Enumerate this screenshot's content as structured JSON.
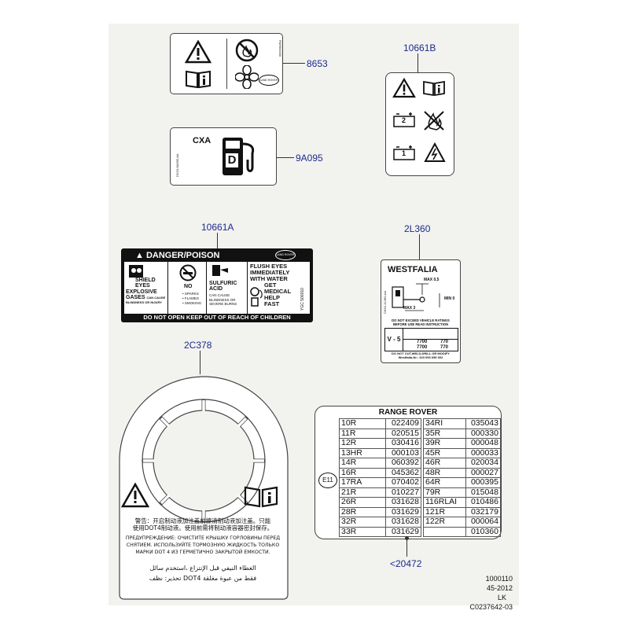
{
  "callouts": {
    "c8653": "8653",
    "c10661b": "10661B",
    "c9a095": "9A095",
    "c10661a": "10661A",
    "c2l360": "2L360",
    "c2c378": "2C378",
    "c20472": "<20472"
  },
  "label_8653": {
    "part_code": "PAR500030",
    "logo": "LAND ROVER"
  },
  "label_9a095": {
    "title": "CXA",
    "side_code": "DX23-9A095-AA",
    "fuel_letter": "D"
  },
  "label_10661a": {
    "header": "▲ DANGER/POISON",
    "logo": "LAND ROVER",
    "col1": [
      "SHIELD",
      "EYES",
      "EXPLOSIVE",
      "GASES",
      "CAN CAUSE",
      "BLINDNESS OR INJURY"
    ],
    "col2": [
      "NO",
      "• SPARKS",
      "• FLAMES",
      "• SMOKING"
    ],
    "col3": [
      "SULFURIC",
      "ACID",
      "CAN CAUSE",
      "BLINDNESS OR",
      "SEVERE BURNS"
    ],
    "col4": [
      "FLUSH EYES",
      "IMMEDIATELY",
      "WITH WATER",
      "GET",
      "MEDICAL",
      "HELP",
      "FAST"
    ],
    "side_code": "YGC 500010",
    "footer": "DO NOT OPEN KEEP OUT OF REACH OF CHILDREN"
  },
  "label_10661b": {
    "top_battery": "2",
    "bottom_battery": "1"
  },
  "label_2l360": {
    "title": "WESTFALIA",
    "max_top": "MAX 0,5",
    "max_left": "MAX 3",
    "min_right": "MIN 0",
    "side_code": "CK52-2L360-AA",
    "notice": [
      "DO NOT EXCEED VEHICLE RATINGS",
      "BEFORE USE READ INSTRUCTION"
    ],
    "model": "V - 5",
    "rows": [
      {
        "label": "7700",
        "value": "770"
      },
      {
        "label": "7700",
        "value": "770"
      }
    ],
    "footer": [
      "DO NOT CUT,WELD,DRILL OR MODIFY",
      "Westfalia-Nr.: 323 093 699 002"
    ]
  },
  "label_2c378": {
    "chinese": [
      "警告：开启制动液加注盖前擦清制动液加注盖。只能",
      "使用DOT4制动液。使用前需将制动液容器密封保存。"
    ],
    "russian": [
      "ПРЕДУПРЕЖДЕНИЕ: ОЧИСТИТЕ КРЫШКУ ГОРЛОВИНЫ ПЕРЕД",
      "СНЯТИЕМ. ИСПОЛЬЗУЙТЕ ТОРМОЗНУЮ ЖИДКОСТЬ ТОЛЬКО",
      "МАРКИ DOT 4 ИЗ ГЕРМЕТИЧНО ЗАКРЫТОЙ ЕМКОСТИ."
    ],
    "arabic": [
      "الغطاء النيفي قبل الإنتزاع ،استخدم سائل",
      "فقط من عبوة مغلقة DOT4 تحذير: نظف"
    ]
  },
  "label_20472": {
    "title": "RANGE ROVER",
    "emark": "E11",
    "left": [
      [
        "10R",
        "022409"
      ],
      [
        "11R",
        "020515"
      ],
      [
        "12R",
        "030416"
      ],
      [
        "13HR",
        "000103"
      ],
      [
        "14R",
        "060392"
      ],
      [
        "16R",
        "045362"
      ],
      [
        "17RA",
        "070402"
      ],
      [
        "21R",
        "010227"
      ],
      [
        "26R",
        "031628"
      ],
      [
        "28R",
        "031629"
      ],
      [
        "32R",
        "031628"
      ],
      [
        "33R",
        "031629"
      ]
    ],
    "right": [
      [
        "34RI",
        "035043"
      ],
      [
        "35R",
        "000330"
      ],
      [
        "39R",
        "000048"
      ],
      [
        "45R",
        "000033"
      ],
      [
        "46R",
        "020034"
      ],
      [
        "48R",
        "000027"
      ],
      [
        "64R",
        "000395"
      ],
      [
        "79R",
        "015048"
      ],
      [
        "116RLAI",
        "010486"
      ],
      [
        "121R",
        "032179"
      ],
      [
        "122R",
        "000064"
      ],
      [
        "",
        "010360"
      ]
    ]
  },
  "footer": {
    "line1": "1000110",
    "line2": "45-2012",
    "line3": "LK",
    "line4": "C0237642-03"
  }
}
